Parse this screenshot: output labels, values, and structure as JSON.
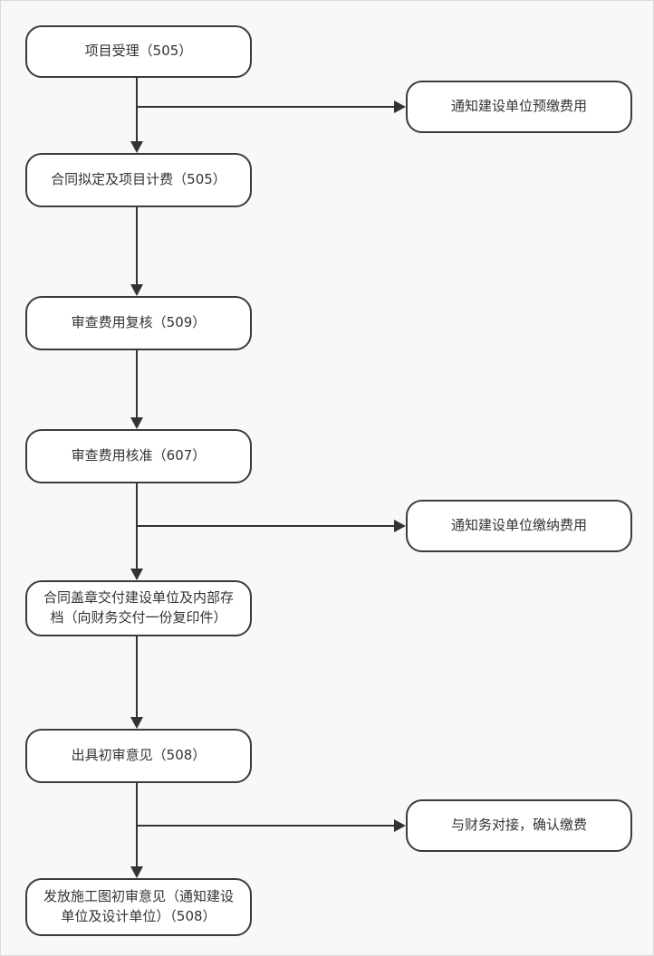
{
  "diagram": {
    "type": "flowchart",
    "colors": {
      "background": "#f8f8f8",
      "node_fill": "#ffffff",
      "node_border": "#3b3b3b",
      "connector": "#333333",
      "text": "#333333"
    },
    "main_nodes": [
      {
        "label": "项目受理（505）"
      },
      {
        "label": "合同拟定及项目计费（505）"
      },
      {
        "label": "审查费用复核（509）"
      },
      {
        "label": "审查费用核准（607）"
      },
      {
        "label": "合同盖章交付建设单位及内部存档（向财务交付一份复印件）"
      },
      {
        "label": "出具初审意见（508）"
      },
      {
        "label": "发放施工图初审意见（通知建设单位及设计单位）（508）"
      }
    ],
    "side_nodes": [
      {
        "label": "通知建设单位预缴费用"
      },
      {
        "label": "通知建设单位缴纳费用"
      },
      {
        "label": "与财务对接，确认缴费"
      }
    ],
    "edges": [
      {
        "from": "项目受理（505）",
        "to": "合同拟定及项目计费（505）",
        "kind": "down"
      },
      {
        "from": "项目受理（505）",
        "to": "通知建设单位预缴费用",
        "kind": "branch-right"
      },
      {
        "from": "合同拟定及项目计费（505）",
        "to": "审查费用复核（509）",
        "kind": "down"
      },
      {
        "from": "审查费用复核（509）",
        "to": "审查费用核准（607）",
        "kind": "down"
      },
      {
        "from": "审查费用核准（607）",
        "to": "合同盖章交付建设单位及内部存档（向财务交付一份复印件）",
        "kind": "down"
      },
      {
        "from": "审查费用核准（607）",
        "to": "通知建设单位缴纳费用",
        "kind": "branch-right"
      },
      {
        "from": "合同盖章交付建设单位及内部存档（向财务交付一份复印件）",
        "to": "出具初审意见（508）",
        "kind": "down"
      },
      {
        "from": "出具初审意见（508）",
        "to": "发放施工图初审意见（通知建设单位及设计单位）（508）",
        "kind": "down"
      },
      {
        "from": "出具初审意见（508）",
        "to": "与财务对接，确认缴费",
        "kind": "branch-right"
      }
    ]
  }
}
